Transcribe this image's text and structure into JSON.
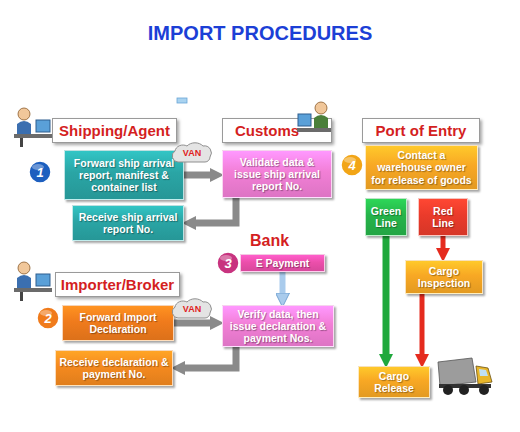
{
  "diagram": {
    "title": "IMPORT PROCEDURES",
    "nodes": [
      {
        "text": [
          "Shipping/Agent"
        ]
      },
      {
        "text": [
          "Customs"
        ]
      },
      {
        "text": [
          "Port of Entry"
        ]
      },
      {
        "text": [
          "1"
        ]
      },
      {
        "text": [
          "Forward ship arrival report, manifest & container list"
        ]
      },
      {
        "text": [
          "VAN"
        ]
      },
      {
        "text": [
          "Validate data & issue ship arrival report No."
        ]
      },
      {
        "text": [
          "4"
        ]
      },
      {
        "text": [
          "Contact a warehouse owner for release of goods"
        ]
      },
      {
        "text": [
          "Receive ship arrival report No."
        ]
      },
      {
        "text": [
          "Green Line"
        ]
      },
      {
        "text": [
          "Red Line"
        ]
      },
      {
        "text": [
          "3"
        ]
      },
      {
        "text": [
          "E Payment"
        ]
      },
      {
        "text": [
          "Cargo Inspection"
        ]
      },
      {
        "text": [
          "Importer/Broker"
        ]
      },
      {
        "text": [
          "2"
        ]
      },
      {
        "text": [
          "Forward Import Declaration"
        ]
      },
      {
        "text": [
          "VAN"
        ]
      },
      {
        "text": [
          "Verify data, then issue declaration & payment Nos."
        ]
      },
      {
        "text": [
          "Receive declaration & payment No."
        ]
      },
      {
        "text": [
          "Cargo Release"
        ]
      }
    ],
    "edges": [
      {
        "from": 4,
        "to": 6,
        "arrow": "to"
      },
      {
        "from": 6,
        "to": 9,
        "arrow": "to"
      },
      {
        "from": 10,
        "to": 21,
        "arrow": "to"
      },
      {
        "from": 11,
        "to": 14,
        "arrow": "to"
      },
      {
        "from": 14,
        "to": 21,
        "arrow": "to"
      },
      {
        "from": 13,
        "to": 19,
        "arrow": "to"
      },
      {
        "from": 17,
        "to": 19,
        "arrow": "to"
      },
      {
        "from": 19,
        "to": 20,
        "arrow": "to"
      }
    ],
    "labels": [
      "Bank"
    ]
  }
}
